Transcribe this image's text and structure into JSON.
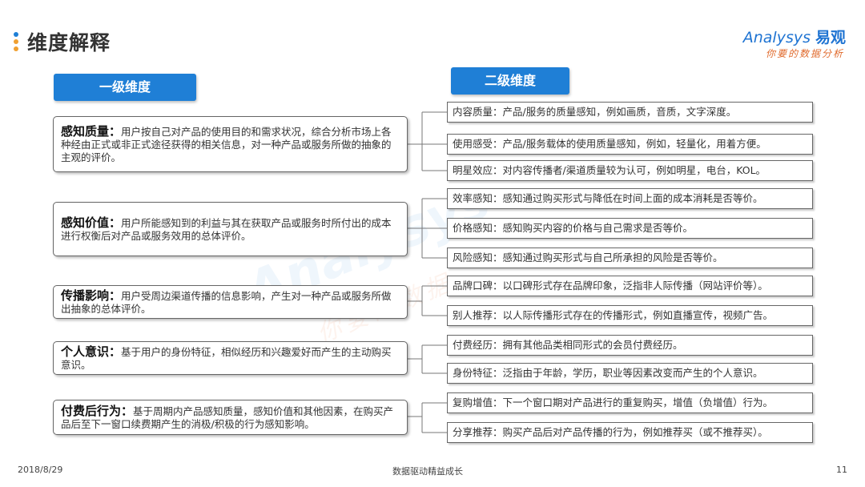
{
  "page_title": "维度解释",
  "logo": {
    "brand_en": "Analysys",
    "brand_cn": "易观",
    "slogan": "你要的数据分析"
  },
  "accent_colors": {
    "primary_blue": "#1f7fd6",
    "orange": "#f0a030",
    "logo_orange": "#e06a2c"
  },
  "headers": {
    "level1": "一级维度",
    "level2": "二级维度"
  },
  "level1": [
    {
      "term": "感知质量：",
      "desc": "用户按自己对产品的使用目的和需求状况，综合分析市场上各种经由正式或非正式途径获得的相关信息，对一种产品或服务所做的抽象的主观的评价。"
    },
    {
      "term": "感知价值：",
      "desc": "用户所能感知到的利益与其在获取产品或服务时所付出的成本进行权衡后对产品或服务效用的总体评价。"
    },
    {
      "term": "传播影响：",
      "desc": "用户受周边渠道传播的信息影响，产生对一种产品或服务所做出抽象的总体评价。"
    },
    {
      "term": "个人意识：",
      "desc": "基于用户的身份特征，相似经历和兴趣爱好而产生的主动购买意识。"
    },
    {
      "term": "付费后行为：",
      "desc": "基于周期内产品感知质量，感知价值和其他因素，在购买产品后至下一窗口续费期产生的消极/积极的行为感知影响。"
    }
  ],
  "level2": [
    "内容质量：产品/服务的质量感知，例如画质，音质，文字深度。",
    "使用感受：产品/服务载体的使用质量感知，例如，轻量化，用着方便。",
    "明星效应：对内容传播者/渠道质量较为认可，例如明星，电台，KOL。",
    "效率感知：感知通过购买形式与降低在时间上面的成本消耗是否等价。",
    "价格感知：感知购买内容的价格与自己需求是否等价。",
    "风险感知：感知通过购买形式与自己所承担的风险是否等价。",
    "品牌口碑：以口碑形式存在品牌印象，泛指非人际传播（网站评价等）。",
    "别人推荐：以人际传播形式存在的传播形式，例如直播宣传，视频广告。",
    "付费经历：拥有其他品类相同形式的会员付费经历。",
    "身份特征：泛指由于年龄，学历，职业等因素改变而产生的个人意识。",
    "复购增值：下一个窗口期对产品进行的重复购买，增值（负增值）行为。",
    "分享推荐：购买产品后对产品传播的行为，例如推荐买（或不推荐买）。"
  ],
  "footer": {
    "date": "2018/8/29",
    "center": "数据驱动精益成长",
    "page": "11"
  }
}
